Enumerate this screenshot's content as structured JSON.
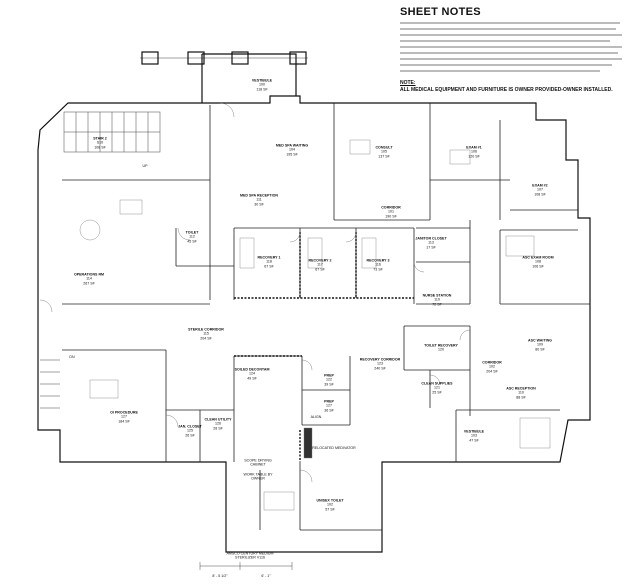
{
  "sheet_notes": {
    "title": "SHEET NOTES",
    "note_heading": "NOTE:",
    "note_text": "ALL MEDICAL EQUIPMENT AND FURNITURE IS OWNER PROVIDED-OWNER INSTALLED."
  },
  "rooms": [
    {
      "name": "VESTIBULE",
      "num": "100",
      "area": "118 SF"
    },
    {
      "name": "STAIR 2",
      "num": "S10",
      "area": "108 SF"
    },
    {
      "name": "MED SPA WAITING",
      "num": "104",
      "area": "195 SF"
    },
    {
      "name": "CONSULT",
      "num": "105",
      "area": "137 SF"
    },
    {
      "name": "EXAM #1",
      "num": "106",
      "area": "120 SF"
    },
    {
      "name": "EXAM #2",
      "num": "107",
      "area": "108 SF"
    },
    {
      "name": "MED SPA RECEPTION",
      "num": "111",
      "area": "30 SF"
    },
    {
      "name": "CORRIDOR",
      "num": "101",
      "area": "190 SF"
    },
    {
      "name": "TOILET",
      "num": "112",
      "area": "45 SF"
    },
    {
      "name": "JANITOR CLOSET",
      "num": "113",
      "area": "17 SF"
    },
    {
      "name": "RECOVERY 1",
      "num": "118",
      "area": "67 SF"
    },
    {
      "name": "RECOVERY 2",
      "num": "117",
      "area": "67 SF"
    },
    {
      "name": "RECOVERY 3",
      "num": "116",
      "area": "73 SF"
    },
    {
      "name": "ASC EXAM ROOM",
      "num": "108",
      "area": "106 SF"
    },
    {
      "name": "OPERATIONS RM",
      "num": "114",
      "area": "267 SF"
    },
    {
      "name": "NURSE STATION",
      "num": "119",
      "area": "72 SF"
    },
    {
      "name": "STERILE CORRIDOR",
      "num": "115",
      "area": "204 SF"
    },
    {
      "name": "TOILET RECOVERY",
      "num": "120",
      "area": ""
    },
    {
      "name": "ASC WAITING",
      "num": "109",
      "area": "80 SF"
    },
    {
      "name": "SOILED DECONTAM",
      "num": "124",
      "area": "49 SF"
    },
    {
      "name": "RECOVERY CORRIDOR",
      "num": "123",
      "area": "240 SF"
    },
    {
      "name": "PREP",
      "num": "122",
      "area": "39 SF"
    },
    {
      "name": "CORRIDOR",
      "num": "102",
      "area": "204 SF"
    },
    {
      "name": "CLEAN SUPPLIES",
      "num": "121",
      "area": "25 SF"
    },
    {
      "name": "ASC RECEPTION",
      "num": "110",
      "area": "88 SF"
    },
    {
      "name": "OI PROCEDURE",
      "num": "127",
      "area": "184 SF"
    },
    {
      "name": "CLEAN UTILITY",
      "num": "126",
      "area": "28 SF"
    },
    {
      "name": "JAN. CLOSET",
      "num": "125",
      "area": "26 SF"
    },
    {
      "name": "PREP",
      "num": "127",
      "area": "36 SF"
    },
    {
      "name": "VESTIBULE",
      "num": "103",
      "area": "47 SF"
    },
    {
      "name": "UNISEX TOILET",
      "num": "102",
      "area": "57 SF"
    }
  ],
  "annotations": {
    "up": "UP",
    "dn": "DN",
    "align": "ALIGN",
    "relocated_medivator": "RELOCATED MEDIVATOR",
    "scope_drying": "SCOPE DRYING CABINET",
    "work_table": "WORK TABLE BY OWNER",
    "sterilizer": "AMSCO CENTURY MEDIUM STERILIZER V116",
    "dim_left": "8' - 5 1/2\"",
    "dim_right": "6' - 1\""
  }
}
